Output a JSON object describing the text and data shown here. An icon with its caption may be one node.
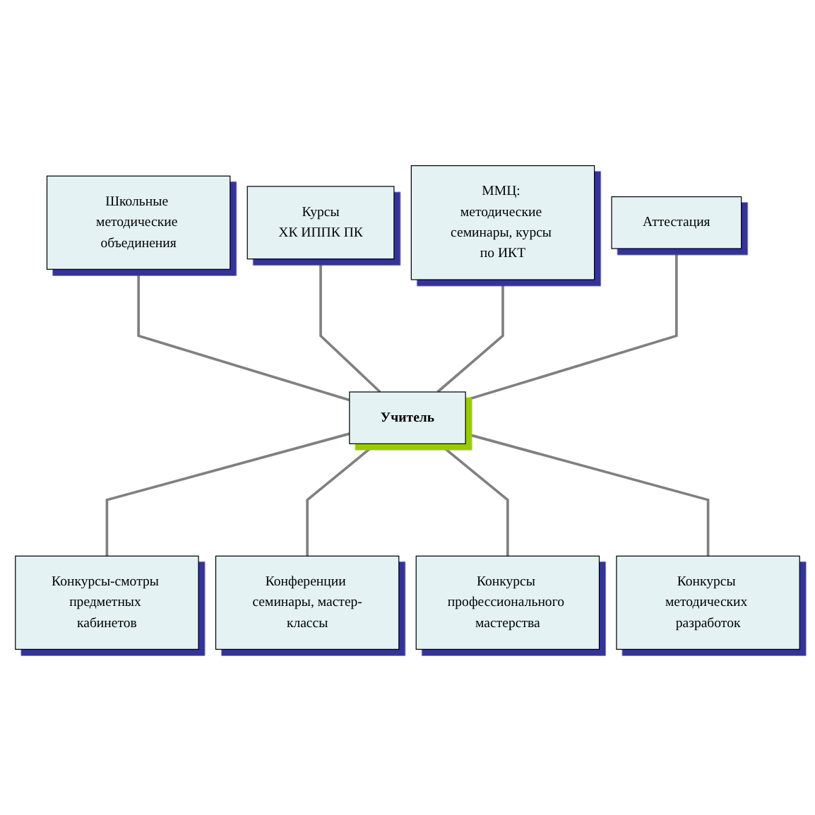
{
  "diagram": {
    "nodes": [
      {
        "text": [
          "Курсы",
          "ХК ИППК ПК"
        ]
      },
      {
        "text": [
          "Школьные методические объединения"
        ]
      },
      {
        "text": [
          "ММЦ: методические семинары, курсы по ИКТ"
        ]
      },
      {
        "text": [
          "Конкурсы-смотры предметных кабинетов"
        ]
      },
      {
        "text": [
          "Учитель"
        ]
      },
      {
        "text": [
          "Аттестация"
        ]
      },
      {
        "text": [
          "Конференции семинары, мастер-классы"
        ]
      },
      {
        "text": [
          "Конкурсы методических разработок"
        ]
      },
      {
        "text": [
          "Конкурсы профессионального мастерства"
        ]
      }
    ],
    "edges": [
      {
        "from": 1,
        "to": 4,
        "arrow": "none"
      },
      {
        "from": 0,
        "to": 4,
        "arrow": "none"
      },
      {
        "from": 2,
        "to": 4,
        "arrow": "none"
      },
      {
        "from": 5,
        "to": 4,
        "arrow": "none"
      },
      {
        "from": 4,
        "to": 3,
        "arrow": "none"
      },
      {
        "from": 4,
        "to": 6,
        "arrow": "none"
      },
      {
        "from": 4,
        "to": 8,
        "arrow": "none"
      },
      {
        "from": 4,
        "to": 7,
        "arrow": "none"
      }
    ]
  }
}
